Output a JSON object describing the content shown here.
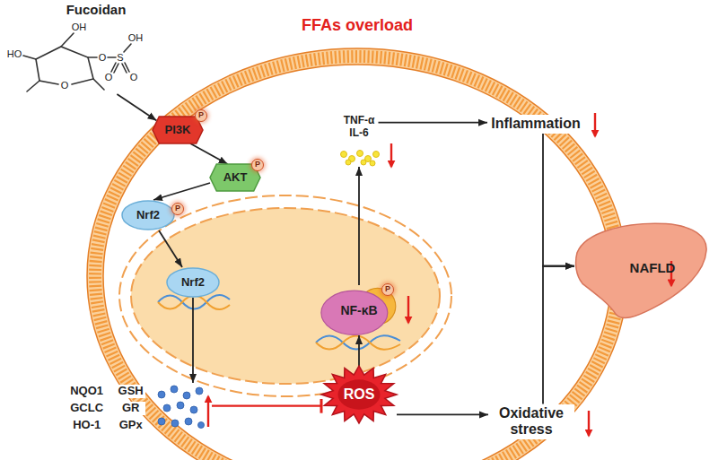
{
  "diagram": {
    "title": "FFAs overload",
    "nodes": [
      {
        "text": [
          "Fucoidan"
        ]
      },
      {
        "text": [
          "PI3K"
        ]
      },
      {
        "text": [
          "AKT"
        ]
      },
      {
        "text": [
          "Nrf2"
        ]
      },
      {
        "text": [
          "TNF-α",
          "IL-6"
        ]
      },
      {
        "text": [
          "Inflammation"
        ]
      },
      {
        "text": [
          "Nrf2"
        ]
      },
      {
        "text": [
          "NF-κB"
        ]
      },
      {
        "text": [
          "NAFLD"
        ]
      },
      {
        "text": [
          "NQO1",
          "GSH",
          "GCLC",
          "GR",
          "HO-1",
          "GPx"
        ]
      },
      {
        "text": [
          "ROS"
        ]
      },
      {
        "text": [
          "Oxidative stress"
        ]
      }
    ],
    "edges": [
      {
        "from": 0,
        "to": 1,
        "arrow": "to"
      },
      {
        "from": 1,
        "to": 2,
        "arrow": "to"
      },
      {
        "from": 2,
        "to": 3,
        "arrow": "to"
      },
      {
        "from": 3,
        "to": 6,
        "arrow": "to"
      },
      {
        "from": 6,
        "to": 9,
        "arrow": "to"
      },
      {
        "from": 9,
        "to": 10,
        "arrow": "to"
      },
      {
        "from": 10,
        "to": 7,
        "arrow": "to"
      },
      {
        "from": 7,
        "to": 4,
        "arrow": "to"
      },
      {
        "from": 4,
        "to": 5,
        "arrow": "to"
      },
      {
        "from": 10,
        "to": 11,
        "arrow": "to"
      },
      {
        "from": 5,
        "to": 8,
        "arrow": "to"
      },
      {
        "from": 11,
        "to": 8,
        "arrow": "to"
      }
    ],
    "labels": [
      "OH",
      "HO",
      "O",
      "O",
      "S",
      "OH",
      "O",
      "O",
      "P",
      "P",
      "P",
      "P"
    ]
  }
}
